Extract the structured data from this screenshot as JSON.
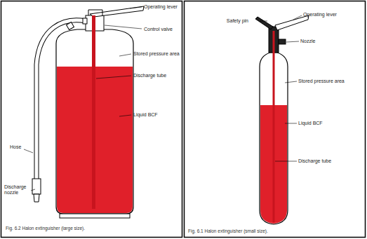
{
  "diagram": {
    "labels": [
      "Operating lever",
      "Control valve",
      "Stored pressure area",
      "Discharge tube",
      "Liquid BCF",
      "Hose",
      "Discharge nozzle",
      "Fig. 6.2 Halon extinguisher (large size).",
      "Safety pin",
      "Operating lever",
      "Nozzle",
      "Stored pressure area",
      "Liquid BCF",
      "Discharge tube",
      "Fig. 6.1 Halon extinguisher (small size)."
    ]
  }
}
